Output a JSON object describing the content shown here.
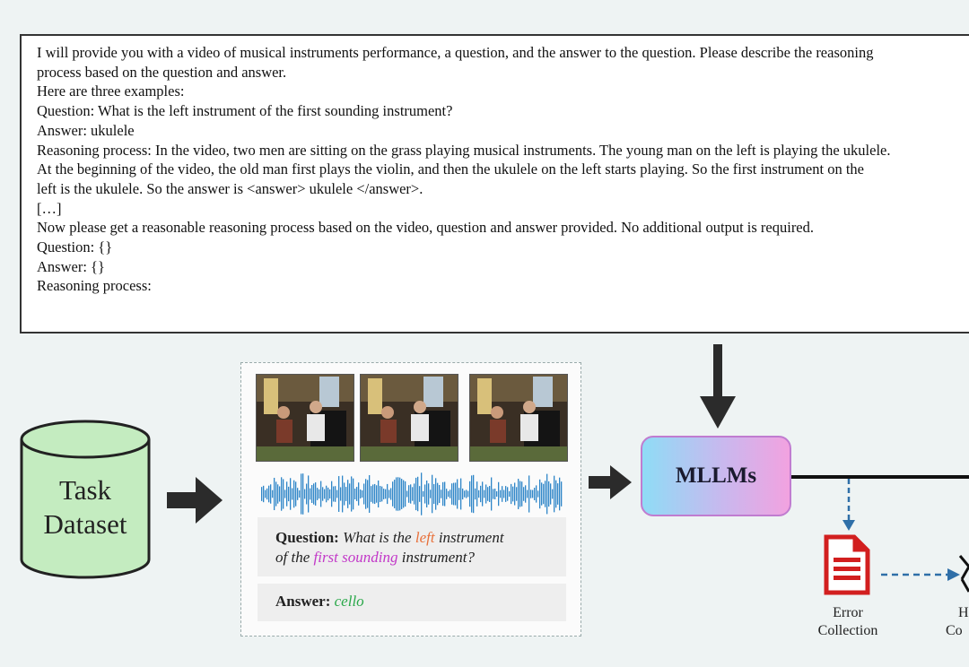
{
  "prompt": {
    "lines": [
      "I will provide you with a video of musical instruments performance, a question, and the answer to the question. Please describe the reasoning",
      "process based on the question and answer.",
      "Here are three examples:",
      "Question: What is the left instrument of the first sounding instrument?",
      "Answer: ukulele",
      "Reasoning process: In the video, two men are sitting on the grass playing musical instruments. The young man on the left is playing the ukulele.",
      "At the beginning of the video, the old man first plays the violin, and then the ukulele on the left starts playing. So the first instrument on the",
      "left is the ukulele. So the answer is <answer> ukulele </answer>.",
      "[…]",
      "Now please get a reasonable reasoning process based on the video, question and answer provided. No additional output is required.",
      "Question: {}",
      "Answer: {}",
      "Reasoning process:"
    ]
  },
  "dataset": {
    "line1": "Task",
    "line2": "Dataset"
  },
  "sample": {
    "question_label": "Question:",
    "question_parts": [
      "What is the ",
      "left",
      " instrument",
      "of the ",
      "first sounding",
      " instrument?"
    ],
    "answer_label": "Answer:",
    "answer_value": "cello"
  },
  "model": {
    "label": "MLLMs"
  },
  "error": {
    "line1": "Error",
    "line2": "Collection"
  },
  "next_node": {
    "line1": "H",
    "line2": "Co"
  },
  "colors": {
    "left_word": "#e8703a",
    "first_sounding": "#c238c8",
    "answer": "#2aa84a",
    "db_fill": "#c4ecc0",
    "wave": "#2f86c8",
    "error_icon": "#d21f1f"
  }
}
